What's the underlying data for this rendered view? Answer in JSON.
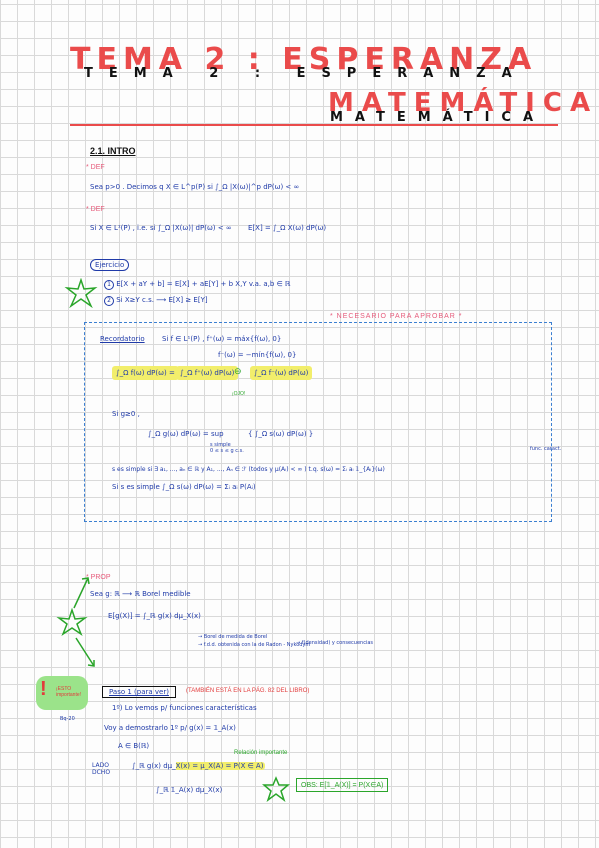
{
  "title": {
    "line1_red": "TEMA 2 : ESPERANZA",
    "line1_black": "TEMA 2 : ESPERANZA",
    "line2_red": "MATEMÁTICA",
    "line2_black": "MATEMÁTICA"
  },
  "section": "2.1. INTRO",
  "def1": {
    "tag": "* DEF",
    "text": "Sea p>0 . Decimos q X ∈ L^p(P) si ∫_Ω |X(ω)|^p dP(ω) < ∞"
  },
  "def2": {
    "tag": "* DEF",
    "left": "Si X ∈ L¹(P) , i.e. si ∫_Ω |X(ω)| dP(ω) < ∞",
    "right": "E[X] = ∫_Ω X(ω) dP(ω)"
  },
  "ejercicio": {
    "label": "Ejercicio",
    "item1_num": "1",
    "item1": "E[X + aY + b] = E[X] + aE[Y] + b      X,Y v.a.   a,b ∈ ℝ",
    "item2_num": "2",
    "item2": "Si X≥Y c.s. ⟶ E[X] ≥ E[Y]"
  },
  "necesario": "* NECESARIO PARA APROBAR *",
  "recordatorio": {
    "label": "Recordatorio",
    "line1": "Si f ∈ L¹(P) , f⁺(ω) = máx{f(ω), 0}",
    "line2": "f⁻(ω) = −mín{f(ω), 0}",
    "integral_a": "∫_Ω f(ω) dP(ω) =",
    "integral_b": "∫_Ω f⁺(ω) dP(ω)",
    "integral_c": "∫_Ω f⁻(ω) dP(ω)",
    "ojo": "¡OJO!",
    "si_g": "Si g≥0 ,",
    "sup_left": "∫_Ω g(ω) dP(ω) = sup",
    "sup_sub": "s simple\n0 ≤ s ≤ g c.s.",
    "sup_right": "{ ∫_Ω s(ω) dP(ω) }",
    "simple_def": "s es simple si ∃ a₁, ..., aₙ ∈ ℝ y A₁, ..., Aₙ ∈ ℱ (todos y μ(Aᵢ) < ∞ )   t.q.   s(ω) = Σᵢ aᵢ 𝟙_{Aᵢ}(ω)",
    "func_char": "func. caract.",
    "simple_int": "Si s es simple ∫_Ω s(ω) dP(ω) = Σᵢ aᵢ P(Aᵢ)"
  },
  "prop": {
    "tag": "* PROP",
    "sea": "Sea g: ℝ ⟶ ℝ  Borel medible",
    "eq": "E[g(X)] = ∫_ℝ g(x) dμ_X(x)",
    "note1": "→ Borel de medida de Borel",
    "note2": "→ f.d.d. obtenida con la de Radon - Nykodym",
    "note_r": "→ f(densidad) y consecuencias",
    "paso_label": "Paso 1 (para ver)",
    "tambien": "(TAMBIÉN ESTÁ EN LA PÁG. 82 DEL LIBRO)",
    "paso_line": "1º) Lo vemos p/ funciones características",
    "voy": "Voy a demostrarlo 1º p/ g(x) = 𝟙_A(x)",
    "aeb": "A ∈ B(ℝ)",
    "lado": "LADO\nDCHO",
    "lado_eq": "∫_ℝ g(x) dμ_X(x) = μ_X(A) = P(X ∈ A)",
    "lado_eq2": "∫_ℝ 𝟙_A(x) dμ_X(x)",
    "relacion": "Relación importante",
    "obs": "OBS: E[𝟙_A(X)] = P(X∈A)",
    "side_tag": "¡ESTO importante!",
    "side_num": "Bq-20"
  },
  "colors": {
    "title_red": "#ea4b4b",
    "ink_blue": "#1f3aa8",
    "highlight_yellow": "#f2ee6b",
    "highlight_green": "#9be38a",
    "pink": "#e65a7a",
    "dashed_blue": "#3b7fd1"
  }
}
